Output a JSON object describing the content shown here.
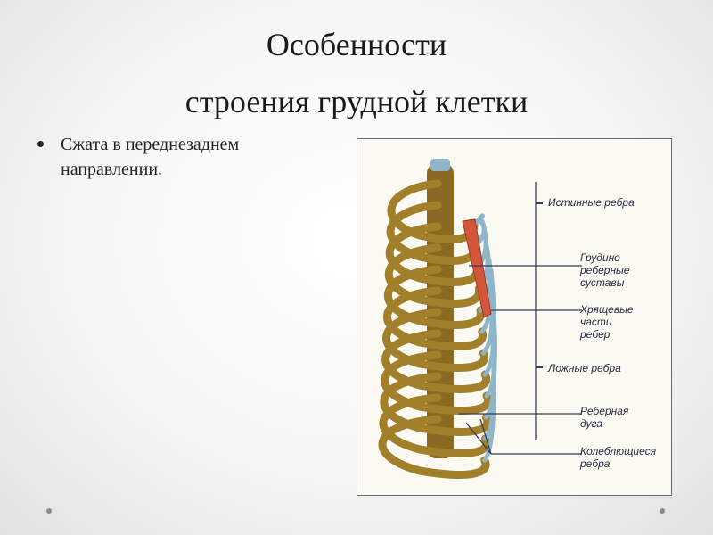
{
  "slide": {
    "title_line1": "Особенности",
    "title_line2": "строения грудной клетки",
    "bullets": [
      "Сжата в переднезаднем направлении."
    ]
  },
  "figure": {
    "labels": {
      "true_ribs": "Истинные ребра",
      "sternocostal_joints": "Грудино\nреберные\nсуставы",
      "costal_cartilages": "Хрящевые\nчасти\nребер",
      "false_ribs": "Ложные ребра",
      "costal_arch": "Реберная\nдуга",
      "floating_ribs": "Колеблющиеся\nребра"
    }
  },
  "colors": {
    "bone": "#a27f2b",
    "bone_light": "#c9a24e",
    "cartilage": "#8fb6c8",
    "sternum": "#d4563a",
    "leader_line": "#3a3a5a"
  }
}
